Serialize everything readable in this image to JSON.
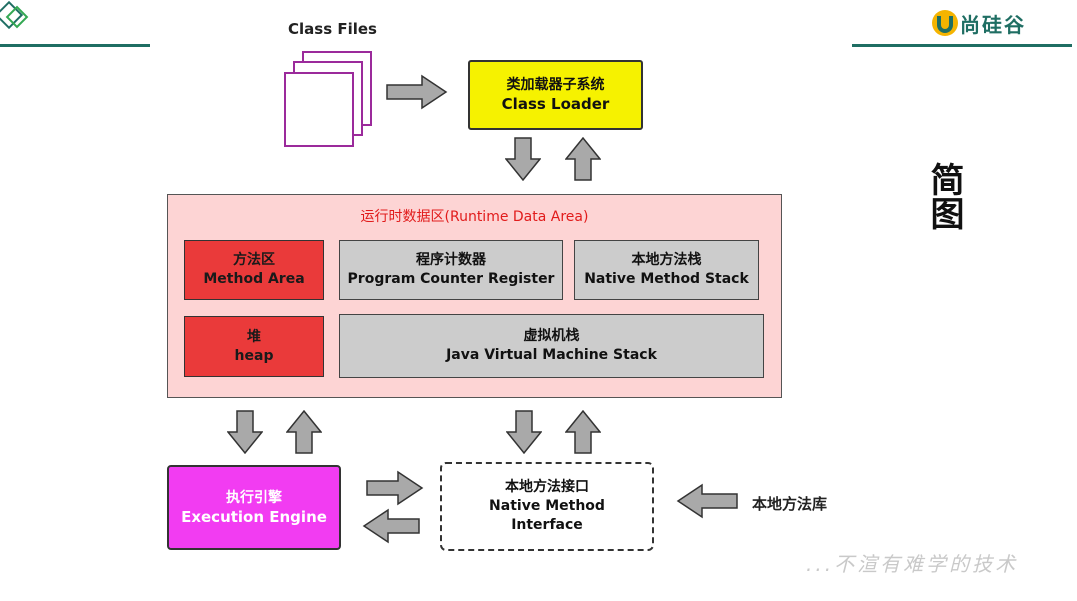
{
  "logo": {
    "text": "尚硅谷"
  },
  "side_title": "简图",
  "class_files": "Class Files",
  "class_loader": {
    "cn": "类加载器子系统",
    "en": "Class Loader"
  },
  "runtime_area": {
    "title": "运行时数据区(Runtime Data Area)"
  },
  "method_area": {
    "cn": "方法区",
    "en": "Method Area"
  },
  "pc_register": {
    "cn": "程序计数器",
    "en": "Program Counter Register"
  },
  "native_stack": {
    "cn": "本地方法栈",
    "en": "Native Method Stack"
  },
  "heap": {
    "cn": "堆",
    "en": "heap"
  },
  "jvm_stack": {
    "cn": "虚拟机栈",
    "en": "Java Virtual Machine Stack"
  },
  "execution_engine": {
    "cn": "执行引擎",
    "en": "Execution Engine"
  },
  "native_interface": {
    "cn": "本地方法接口",
    "en1": "Native Method",
    "en2": "Interface"
  },
  "native_library": "本地方法库",
  "watermark": "...不渲有难学的技术",
  "colors": {
    "accent": "#1f6e63",
    "class_loader": "#f6f200",
    "runtime_bg": "#fdd4d4",
    "red_box": "#ea3a3a",
    "grey_box": "#cccccc",
    "engine": "#f23cf2",
    "doc_border": "#9b2a9b",
    "arrow": "#a9a9a9"
  }
}
